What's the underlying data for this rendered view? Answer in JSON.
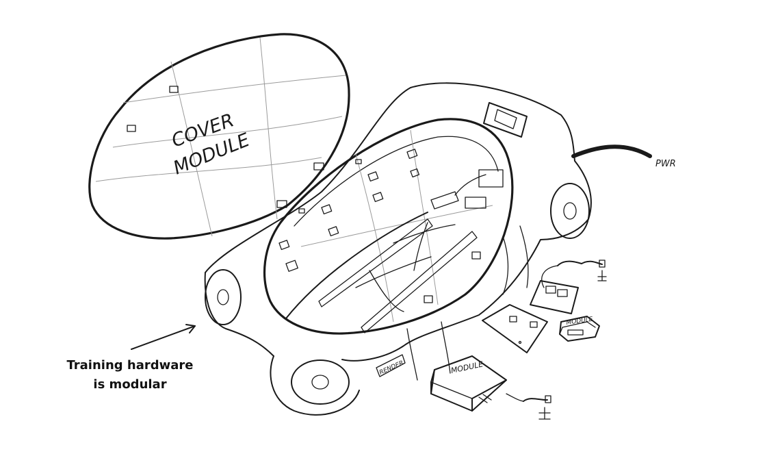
{
  "labels": {
    "cover_module_line1": "COVER",
    "cover_module_line2": "MODULE",
    "power_cable": "PWR",
    "bed_badge": "RENDER",
    "module_small": "MODULE",
    "module_box": "MODULE"
  },
  "caption": {
    "line1": "Training hardware",
    "line2": "is modular"
  }
}
